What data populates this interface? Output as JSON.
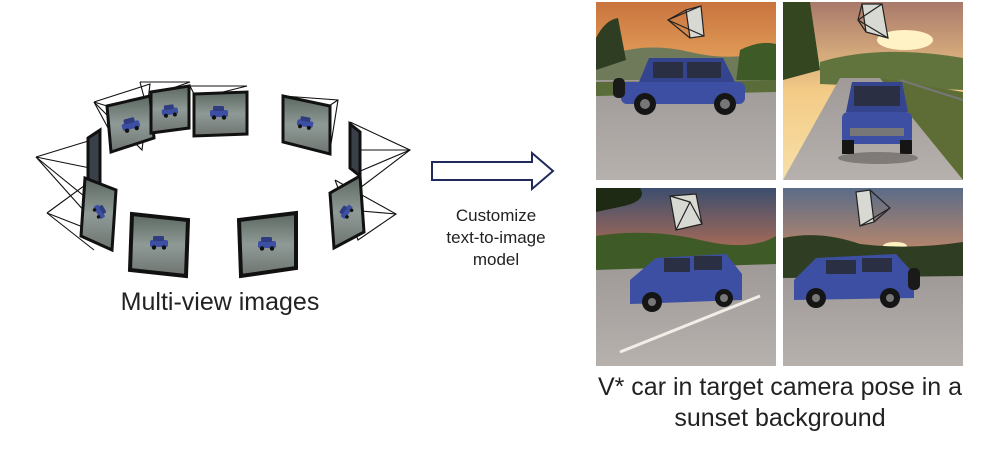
{
  "left": {
    "caption": "Multi-view images"
  },
  "arrow": {
    "label_lines": [
      "Customize",
      "text-to-image",
      "model"
    ]
  },
  "right": {
    "caption_line1": "V* car in target camera pose in a",
    "caption_line2": "sunset background"
  },
  "colors": {
    "arrow_stroke": "#1f2a5a",
    "car_body": "#3d4fa3",
    "sky_top": "#e8914a",
    "sky_mid": "#f5c46e",
    "road": "#a7a4a2",
    "trees": "#3e5a26",
    "frustum_line": "#111111",
    "photo_frame": "#111111"
  },
  "icons": {
    "arrow": "right-arrow-icon",
    "camera": "camera-frustum-icon"
  }
}
